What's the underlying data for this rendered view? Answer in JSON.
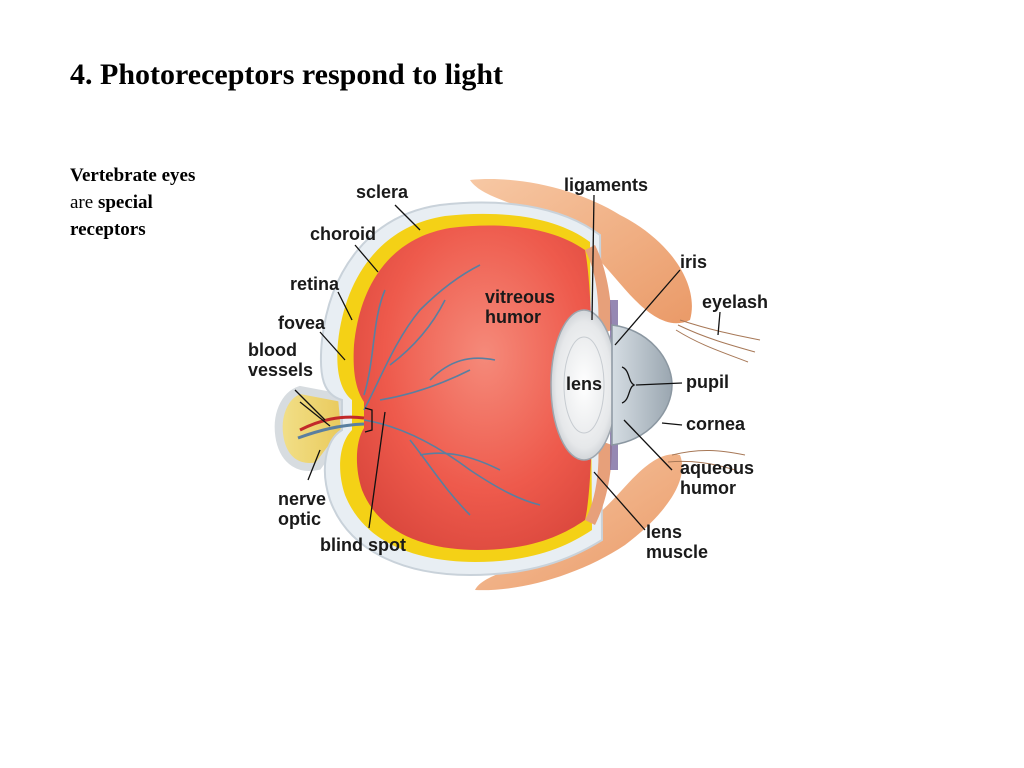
{
  "slide": {
    "title": "4. Photoreceptors respond to light",
    "note": {
      "line1_bold": "Vertebrate eyes",
      "line2_plain": "are ",
      "line2_bold": "special",
      "line3_bold": "receptors"
    }
  },
  "diagram": {
    "labels": {
      "sclera": "sclera",
      "choroid": "choroid",
      "retina": "retina",
      "fovea": "fovea",
      "blood_vessels_1": "blood",
      "blood_vessels_2": "vessels",
      "nerve_optic_1": "nerve",
      "nerve_optic_2": "optic",
      "blind_spot": "blind spot",
      "ligaments": "ligaments",
      "iris": "iris",
      "eyelash": "eyelash",
      "vitreous_humor_1": "vitreous",
      "vitreous_humor_2": "humor",
      "lens": "lens",
      "pupil": "pupil",
      "cornea": "cornea",
      "aqueous_humor_1": "aqueous",
      "aqueous_humor_2": "humor",
      "lens_muscle_1": "lens",
      "lens_muscle_2": "muscle"
    },
    "colors": {
      "vitreous": "#ee5a4c",
      "choroid": "#f4d116",
      "sclera": "#e8eef3",
      "lid": "#f1b58c",
      "vessel": "#5a7fa0",
      "artery": "#c2292a"
    }
  }
}
